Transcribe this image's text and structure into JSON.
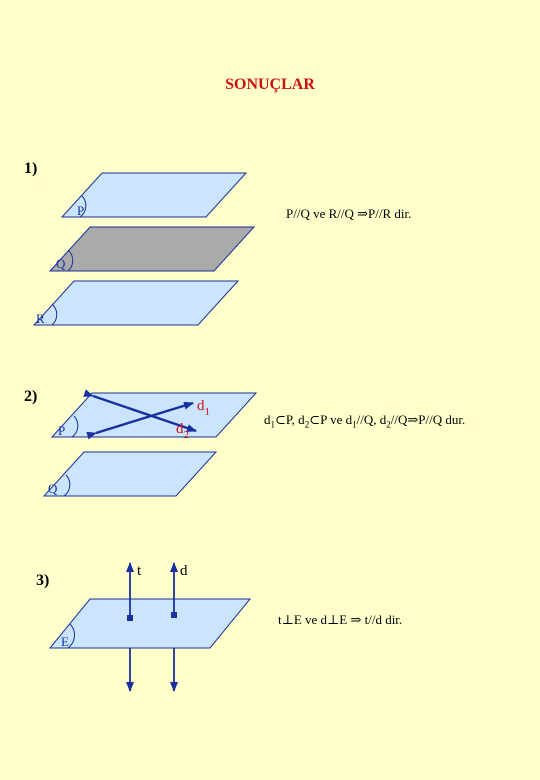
{
  "title": "SONUÇLAR",
  "sections": [
    {
      "number": "1)",
      "statement": "P//Q ve R//Q ⇒P//R dir.",
      "planes": [
        "P",
        "Q",
        "R"
      ]
    },
    {
      "number": "2)",
      "planes": [
        "P",
        "Q"
      ],
      "lines": [
        "d1",
        "d2"
      ],
      "statement_parts": [
        "d",
        "1",
        "⊂P, d",
        "2",
        "⊂P ve d",
        "1",
        "//Q, d",
        "2",
        "//Q⇒P//Q dur."
      ]
    },
    {
      "number": "3)",
      "plane": "E",
      "lines": [
        "t",
        "d"
      ],
      "statement": "t⊥E ve d⊥E ⇒ t//d dir."
    }
  ],
  "colors": {
    "plane_fill": "#cce5ff",
    "plane_gray": "#aaaaaa",
    "outline": "#1a2f9a",
    "arrow": "#1a2fa0",
    "title": "#cc1111",
    "accent_label": "#cc1111",
    "background": "#ffffcc"
  }
}
